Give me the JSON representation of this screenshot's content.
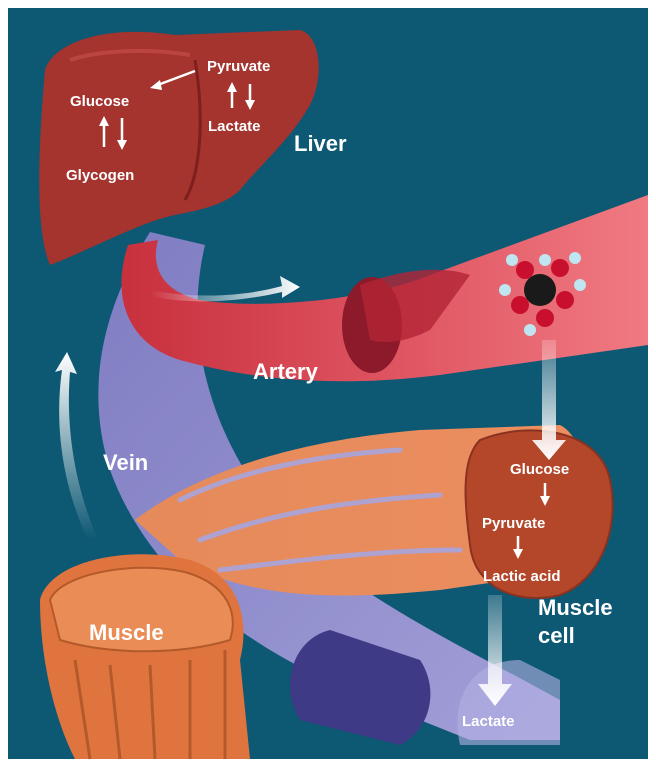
{
  "labels": {
    "liver": "Liver",
    "artery": "Artery",
    "vein": "Vein",
    "muscle": "Muscle",
    "muscle_cell_line1": "Muscle",
    "muscle_cell_line2": "cell",
    "liver_glucose": "Glucose",
    "liver_glycogen": "Glycogen",
    "liver_pyruvate": "Pyruvate",
    "liver_lactate": "Lactate",
    "cell_glucose": "Glucose",
    "cell_pyruvate": "Pyruvate",
    "cell_lactic_acid": "Lactic acid",
    "lactate_out": "Lactate"
  },
  "colors": {
    "background": "#0d5873",
    "liver": "#a5332e",
    "artery": "#d94a55",
    "vein": "#8a85c9",
    "muscle": "#e0743f",
    "cell": "#b4472a",
    "text": "#ffffff"
  }
}
